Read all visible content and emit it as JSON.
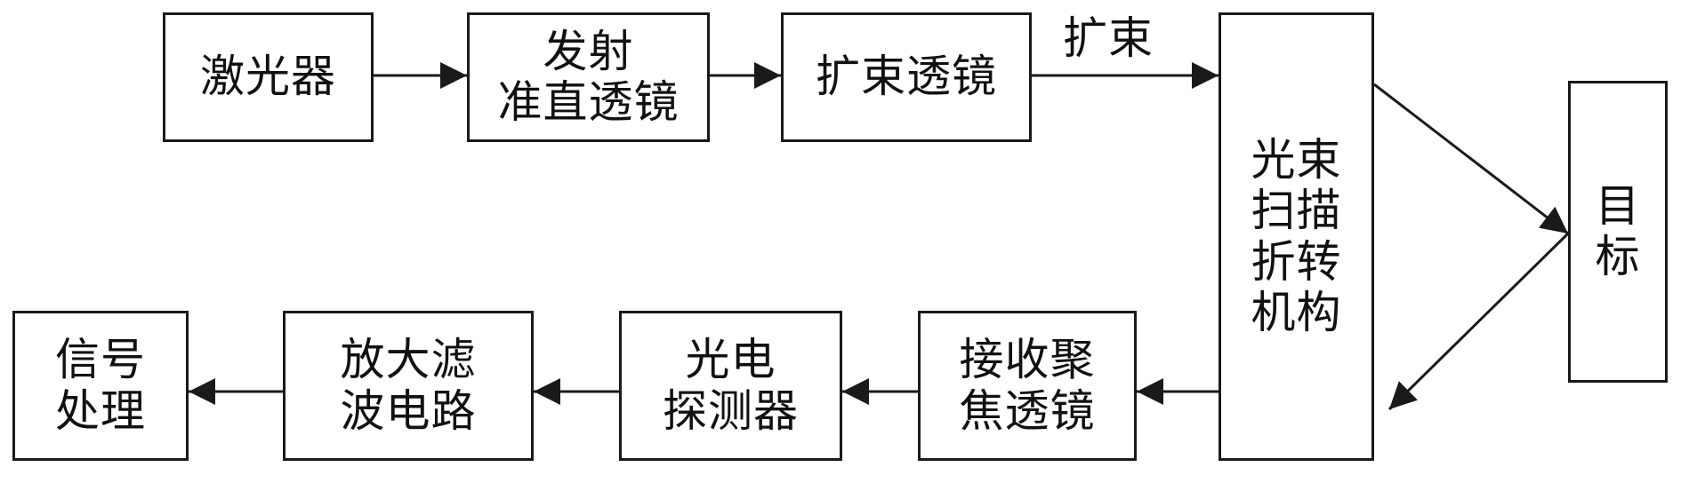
{
  "blocks": {
    "laser": [
      "激光器"
    ],
    "tx_collimator": [
      "发射",
      "准直透镜"
    ],
    "beam_expander": [
      "扩束透镜"
    ],
    "scanner": [
      "光束",
      "扫描",
      "折转",
      "机构"
    ],
    "target": [
      "目",
      "标"
    ],
    "rx_focus": [
      "接收聚",
      "焦透镜"
    ],
    "photodetector": [
      "光电",
      "探测器"
    ],
    "amp_filter": [
      "放大滤",
      "波电路"
    ],
    "signal_proc": [
      "信号",
      "处理"
    ]
  },
  "labels": {
    "expanded_beam": "扩束"
  },
  "colors": {
    "line": "#1a1a1a",
    "background": "#ffffff"
  }
}
